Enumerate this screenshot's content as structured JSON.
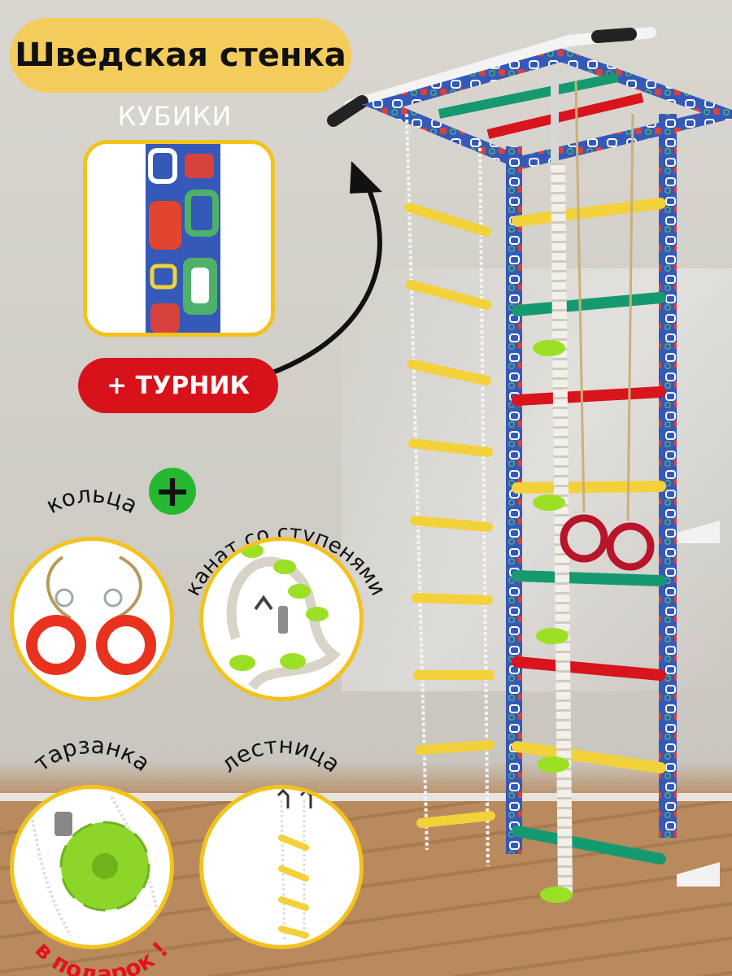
{
  "title": "Шведская стенка",
  "pattern_label": "КУБИКИ",
  "badge": "+ ТУРНИК",
  "plus": "+",
  "items": {
    "rings": "кольца",
    "rope": "канат со ступенями",
    "swing": "тарзанка",
    "ladder": "лестница"
  },
  "gift": "в подарок !",
  "colors": {
    "title_bg": "#f3cc5b",
    "badge_bg": "#d8121b",
    "plus_bg": "#27b832",
    "frame_border": "#f3c21d",
    "rung_yellow": "#f2d13a",
    "rung_green": "#159a6f",
    "rung_red": "#d8141c"
  }
}
